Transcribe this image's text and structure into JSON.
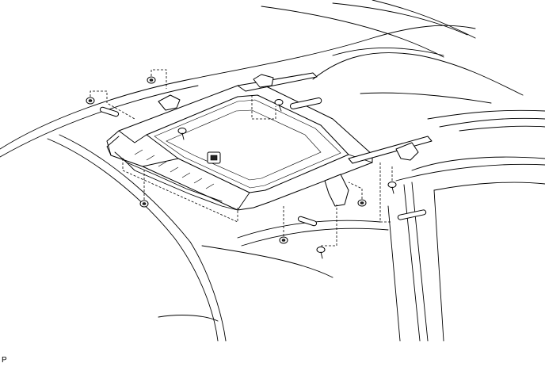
{
  "illustration": {
    "code": "P",
    "colors": {
      "line": "#000000",
      "background": "#ffffff"
    },
    "callouts": {
      "nuts": 5,
      "bolts": 3,
      "pins": 4
    }
  }
}
